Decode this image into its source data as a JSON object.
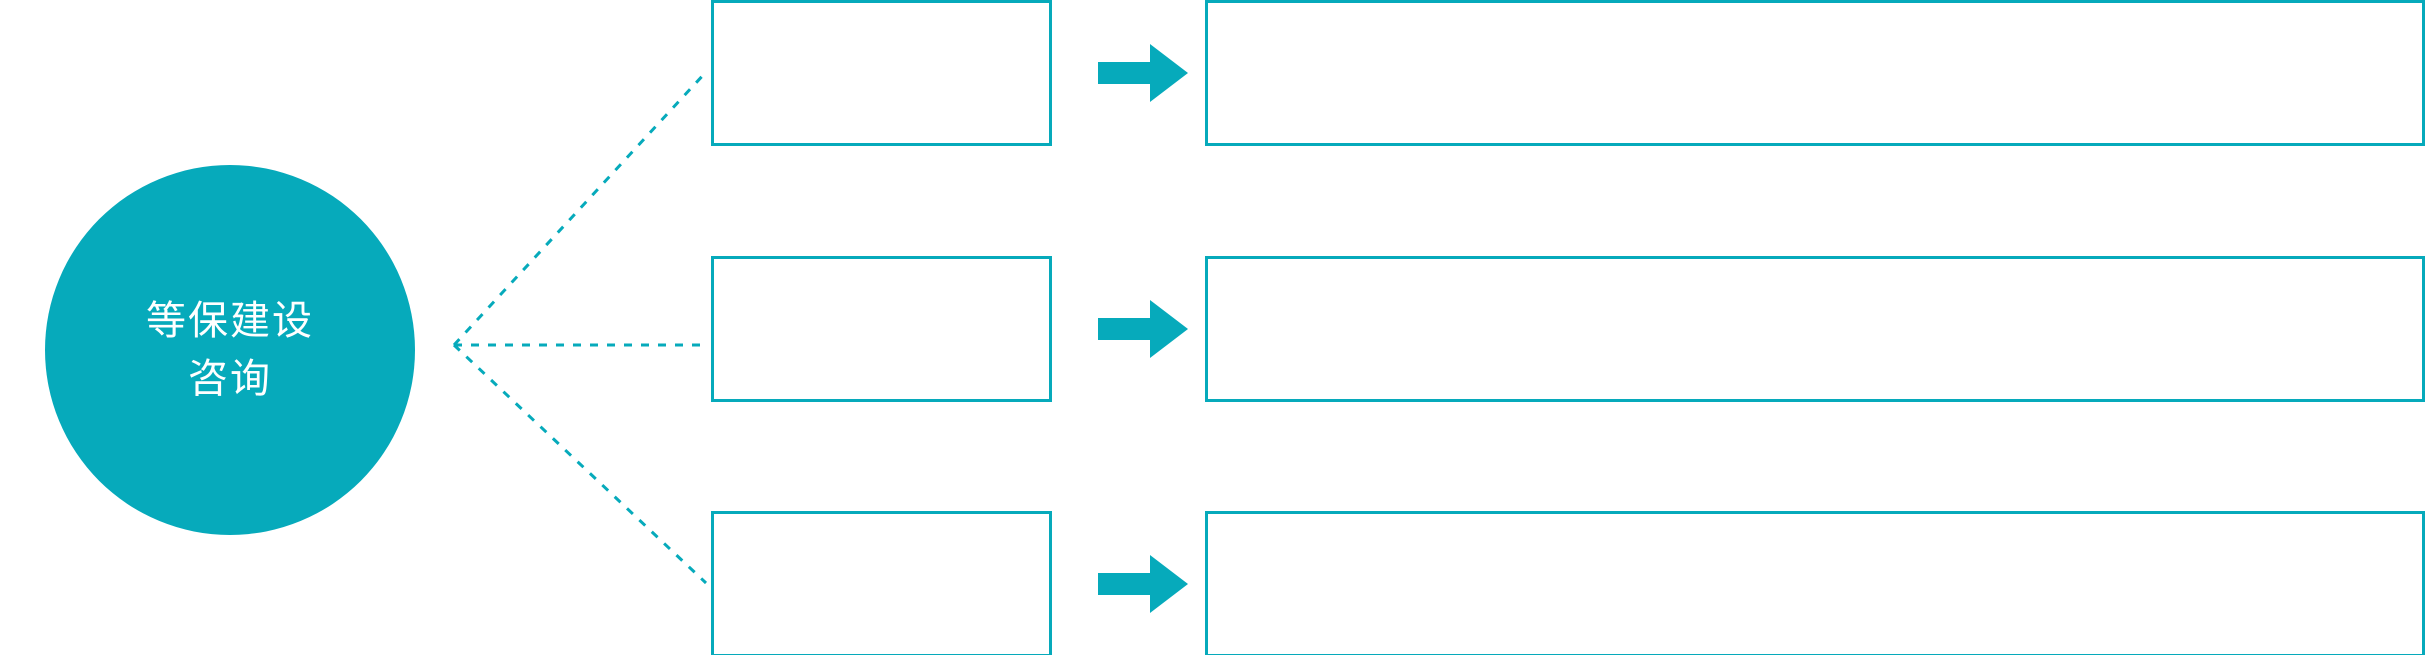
{
  "diagram": {
    "title": "等保建设咨询",
    "accent_color": "#06aabb",
    "background_color": "#ffffff",
    "hub": {
      "shape": "circle",
      "fill": "#06aabb",
      "text_color": "#ffffff",
      "lines": [
        "等保建设",
        "咨询"
      ]
    },
    "connector": {
      "style": "dotted",
      "color": "#06aabb",
      "branch_count": 3
    },
    "arrow": {
      "glyph": "right-arrow",
      "fill": "#06aabb",
      "count": 3
    },
    "rows": [
      {
        "stage": "",
        "detail": ""
      },
      {
        "stage": "",
        "detail": ""
      },
      {
        "stage": "",
        "detail": ""
      }
    ]
  }
}
